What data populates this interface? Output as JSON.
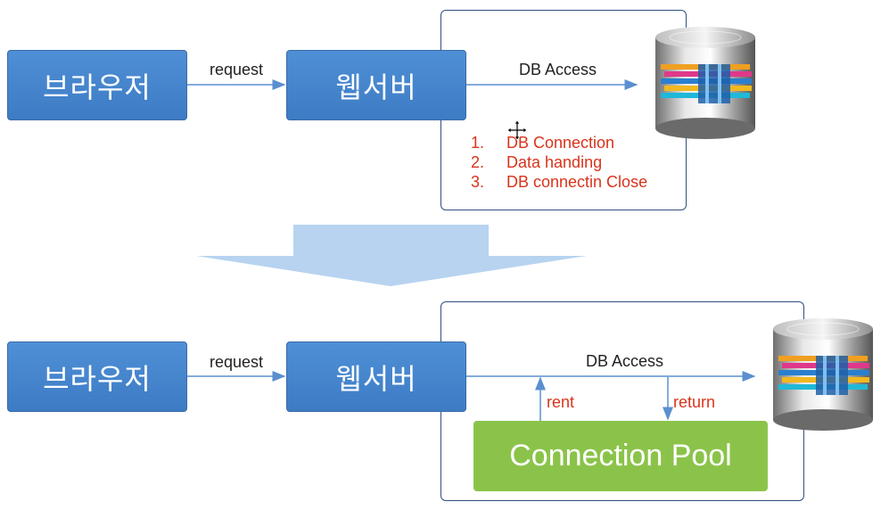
{
  "top": {
    "browser_label": "브라우저",
    "request_label": "request",
    "webserver_label": "웹서버",
    "db_access_label": "DB Access",
    "steps": [
      {
        "num": "1.",
        "text": "DB Connection"
      },
      {
        "num": "2.",
        "text": "Data handing"
      },
      {
        "num": "3.",
        "text": "DB connectin Close"
      }
    ]
  },
  "bottom": {
    "browser_label": "브라우저",
    "request_label": "request",
    "webserver_label": "웹서버",
    "db_access_label": "DB Access",
    "rent_label": "rent",
    "return_label": "return",
    "pool_label": "Connection Pool"
  },
  "colors": {
    "box_blue": "#4a89d2",
    "pool_green": "#8bc34a",
    "arrow_blue": "#5b8fd0",
    "step_red": "#d9341c",
    "transition_arrow": "#b7d3f0"
  },
  "icons": [
    "database-icon",
    "move-cursor-icon"
  ]
}
